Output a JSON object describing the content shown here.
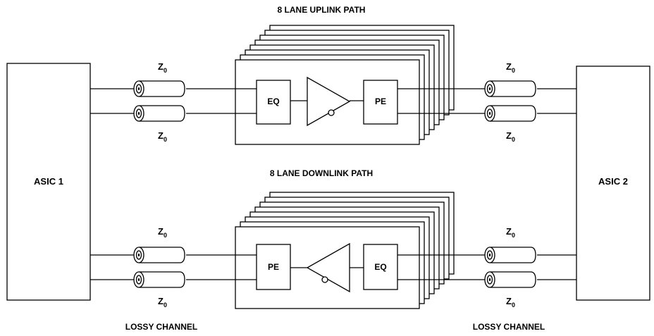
{
  "asic_left": "ASIC 1",
  "asic_right": "ASIC 2",
  "uplink_title": "8 LANE UPLINK PATH",
  "downlink_title": "8 LANE DOWNLINK PATH",
  "impedance": {
    "base": "Z",
    "sub": "0"
  },
  "uplink_blocks": {
    "first": "EQ",
    "second": "PE"
  },
  "downlink_blocks": {
    "first": "PE",
    "second": "EQ"
  },
  "channel_left": "LOSSY CHANNEL",
  "channel_right": "LOSSY CHANNEL",
  "lane_count": 8
}
